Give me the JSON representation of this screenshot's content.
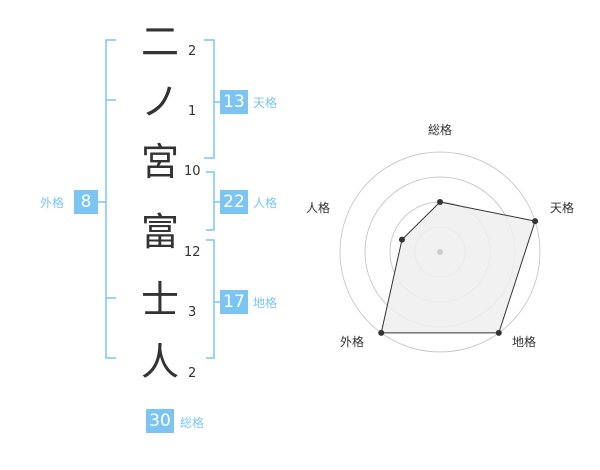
{
  "name": {
    "chars": [
      {
        "char": "二",
        "strokes": "2"
      },
      {
        "char": "ノ",
        "strokes": "1"
      },
      {
        "char": "宮",
        "strokes": "10"
      },
      {
        "char": "富",
        "strokes": "12"
      },
      {
        "char": "士",
        "strokes": "3"
      },
      {
        "char": "人",
        "strokes": "2"
      }
    ]
  },
  "kaku": {
    "tenkaku": {
      "value": "13",
      "label": "天格"
    },
    "jinkaku": {
      "value": "22",
      "label": "人格"
    },
    "chikaku": {
      "value": "17",
      "label": "地格"
    },
    "gaikaku": {
      "value": "8",
      "label": "外格"
    },
    "soukaku": {
      "value": "30",
      "label": "総格"
    }
  },
  "radar": {
    "labels": [
      "総格",
      "天格",
      "地格",
      "外格",
      "人格"
    ],
    "values": [
      0.5,
      1.0,
      1.0,
      1.0,
      0.4
    ],
    "colors": {
      "accent": "#7cc5f2",
      "ring": "#cccccc",
      "fill": "#eeeeee",
      "line": "#333333",
      "point": "#333333"
    }
  }
}
